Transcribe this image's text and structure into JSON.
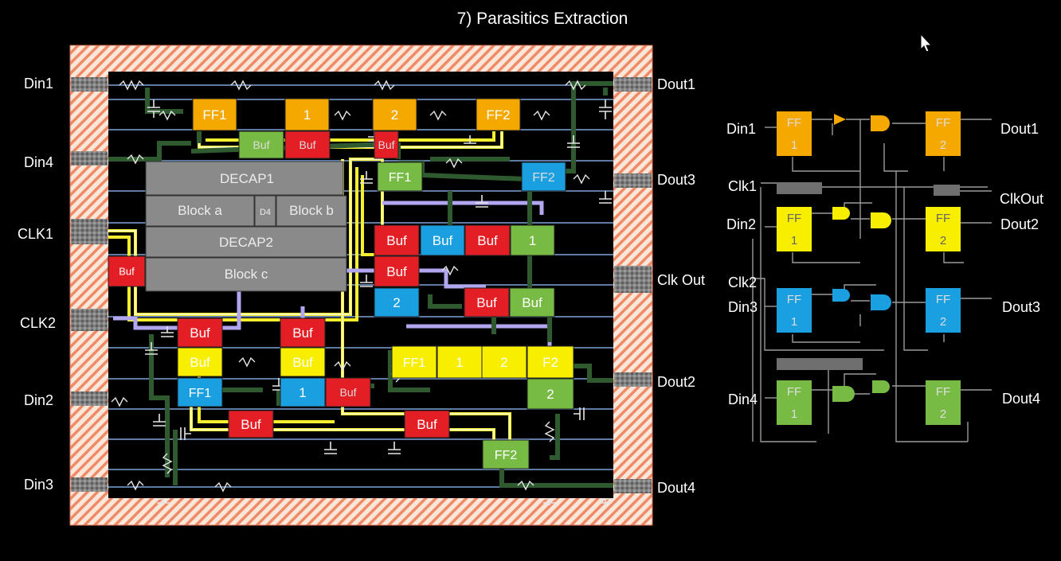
{
  "title": "7) Parasitics Extraction",
  "layout_pins": {
    "left": [
      "Din1",
      "Din4",
      "CLK1",
      "CLK2",
      "Din2",
      "Din3"
    ],
    "right": [
      "Dout1",
      "Dout3",
      "Clk Out",
      "Dout2",
      "Dout4"
    ]
  },
  "macro_blocks": {
    "decap1": "DECAP1",
    "block_a": "Block a",
    "d4": "D4",
    "block_b": "Block b",
    "decap2": "DECAP2",
    "block_c": "Block c"
  },
  "layout_cells": {
    "ff1_top": "FF1",
    "n1_top": "1",
    "n2_top": "2",
    "ff2_top": "FF2",
    "buf_a": "Buf",
    "buf_b": "Buf",
    "buf_c": "Buf",
    "ff1_green": "FF1",
    "ff2_blue": "FF2",
    "buf_r1": "Buf",
    "buf_blue": "Buf",
    "buf_r2": "Buf",
    "n1_green": "1",
    "buf_left": "Buf",
    "buf_r3": "Buf",
    "n2_blue": "2",
    "buf_r4": "Buf",
    "buf_green": "Buf",
    "buf_r5": "Buf",
    "buf_r6": "Buf",
    "buf_y1": "Buf",
    "buf_y2": "Buf",
    "ff1_blue": "FF1",
    "n1_blue": "1",
    "buf_r7": "Buf",
    "ff1_yellow": "FF1",
    "n1_yellow": "1",
    "n2_yellow": "2",
    "ff2_yellow": "F2",
    "n2_green": "2",
    "buf_r8": "Buf",
    "buf_r9": "Buf",
    "ff2_green": "FF2"
  },
  "schematic": {
    "inputs": [
      "Din1",
      "Clk1",
      "Din2",
      "Clk2",
      "Din3",
      "Din4"
    ],
    "outputs": [
      "Dout1",
      "ClkOut",
      "Dout2",
      "Dout3",
      "Dout4"
    ],
    "ff_left_label": [
      "FF",
      "1"
    ],
    "ff_right_label": [
      "FF",
      "2"
    ],
    "colors": [
      "#f5a800",
      "#f7ee00",
      "#1a9fe0",
      "#77bb44"
    ]
  },
  "colors": {
    "orange": "#f5a800",
    "yellow": "#f7ee00",
    "blue": "#1a9fe0",
    "green": "#77bb44",
    "red": "#e41e25",
    "gray": "#8a8a8a",
    "wire_green": "#2f5a2f",
    "wire_lav": "#b3a6f0",
    "hatch": "#f08a66"
  }
}
